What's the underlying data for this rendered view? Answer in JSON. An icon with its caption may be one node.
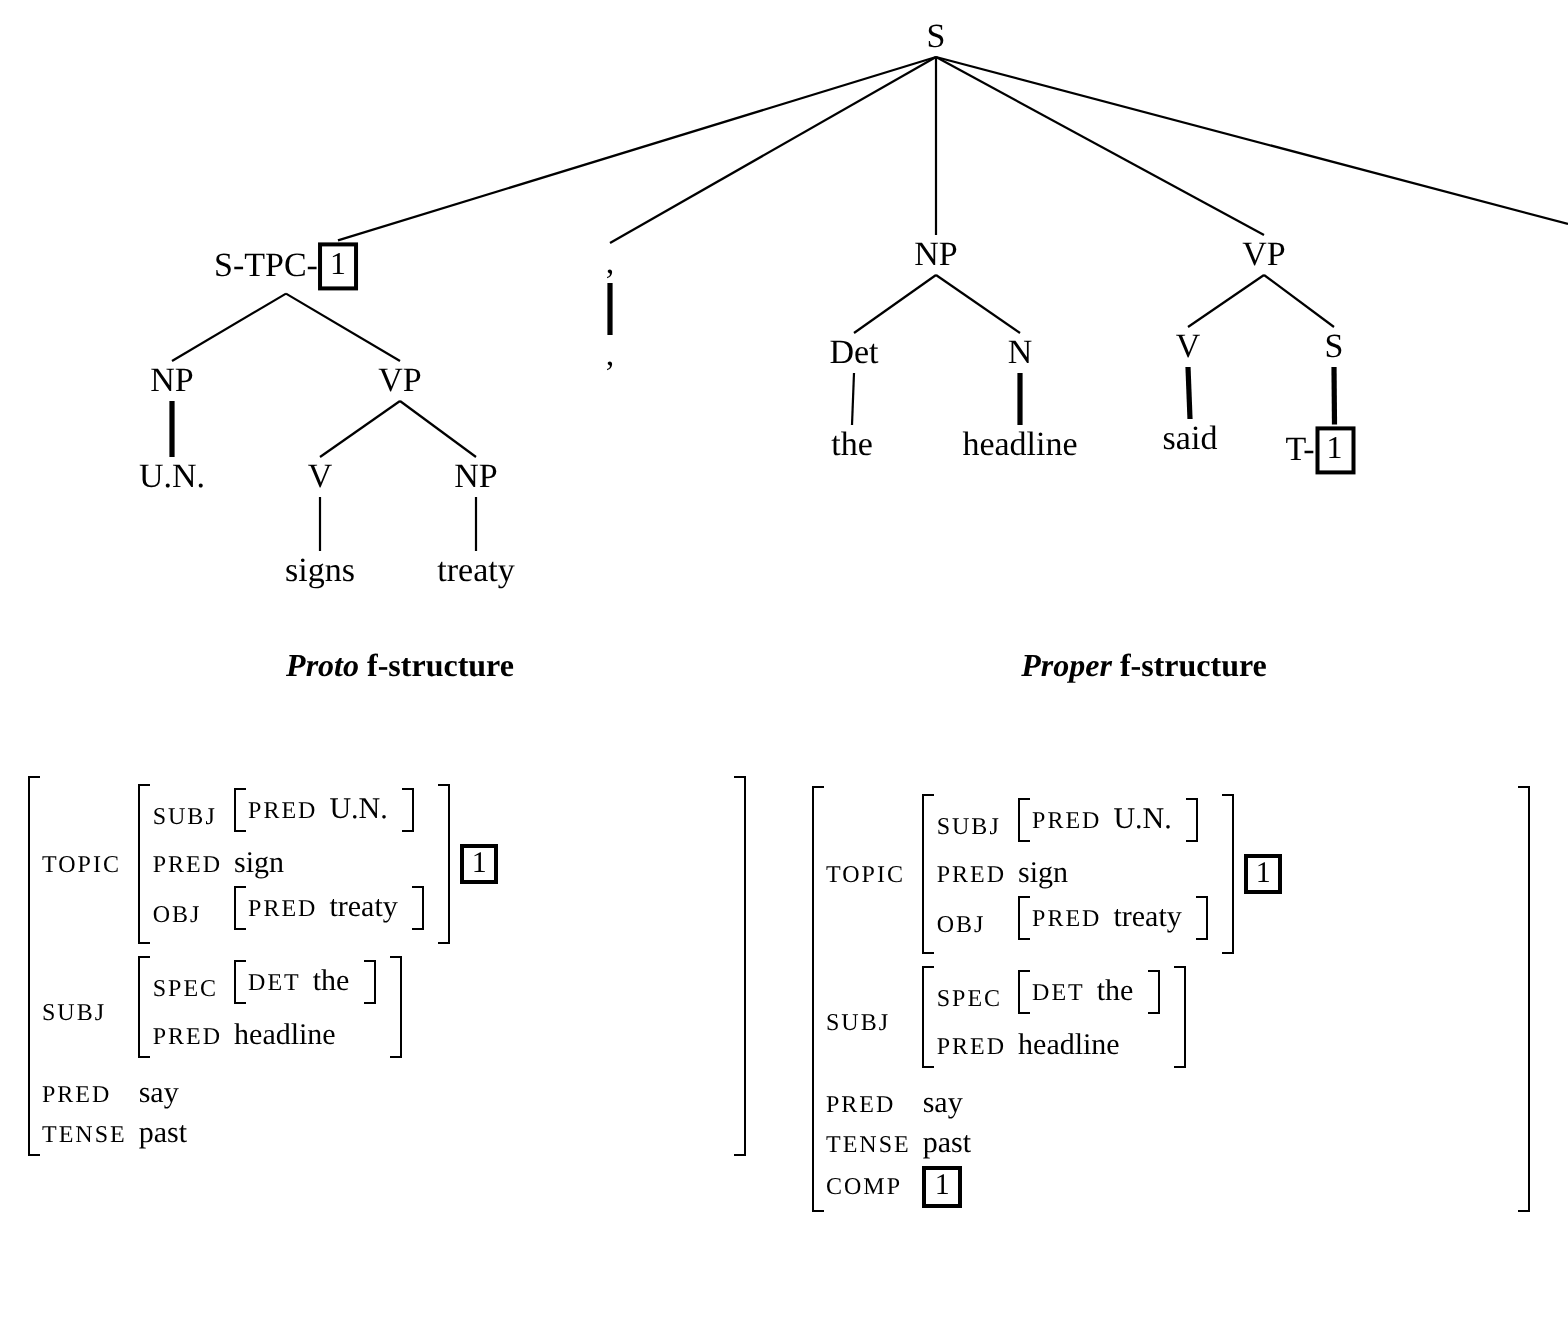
{
  "diagram": {
    "nodes": [
      {
        "text": [
          "S"
        ]
      },
      {
        "text": [
          "S-TPC-",
          "1"
        ]
      },
      {
        "text": [
          ","
        ]
      },
      {
        "text": [
          "NP"
        ]
      },
      {
        "text": [
          "VP"
        ]
      },
      {
        "text": [
          "NP"
        ]
      },
      {
        "text": [
          "VP"
        ]
      },
      {
        "text": [
          ","
        ]
      },
      {
        "text": [
          "Det"
        ]
      },
      {
        "text": [
          "N"
        ]
      },
      {
        "text": [
          "V"
        ]
      },
      {
        "text": [
          "S"
        ]
      },
      {
        "text": [
          "U.N."
        ]
      },
      {
        "text": [
          "V"
        ]
      },
      {
        "text": [
          "NP"
        ]
      },
      {
        "text": [
          "the"
        ]
      },
      {
        "text": [
          "headline"
        ]
      },
      {
        "text": [
          "said"
        ]
      },
      {
        "text": [
          "T-",
          "1"
        ]
      },
      {
        "text": [
          "signs"
        ]
      },
      {
        "text": [
          "treaty"
        ]
      }
    ],
    "edges": [
      {
        "from": 0,
        "to": 1,
        "arrow": "none"
      },
      {
        "from": 0,
        "to": 2,
        "arrow": "none"
      },
      {
        "from": 0,
        "to": 3,
        "arrow": "none"
      },
      {
        "from": 0,
        "to": 4,
        "arrow": "none"
      },
      {
        "from": 0,
        "to": null,
        "arrow": "none"
      },
      {
        "from": 1,
        "to": 5,
        "arrow": "none"
      },
      {
        "from": 1,
        "to": 6,
        "arrow": "none"
      },
      {
        "from": 2,
        "to": 7,
        "arrow": "none",
        "style": "thick"
      },
      {
        "from": 3,
        "to": 8,
        "arrow": "none"
      },
      {
        "from": 3,
        "to": 9,
        "arrow": "none"
      },
      {
        "from": 4,
        "to": 10,
        "arrow": "none"
      },
      {
        "from": 4,
        "to": 11,
        "arrow": "none"
      },
      {
        "from": 5,
        "to": 12,
        "arrow": "none",
        "style": "thick"
      },
      {
        "from": 6,
        "to": 13,
        "arrow": "none"
      },
      {
        "from": 6,
        "to": 14,
        "arrow": "none"
      },
      {
        "from": 8,
        "to": 15,
        "arrow": "none"
      },
      {
        "from": 9,
        "to": 16,
        "arrow": "none",
        "style": "thick"
      },
      {
        "from": 10,
        "to": 17,
        "arrow": "none",
        "style": "thick"
      },
      {
        "from": 11,
        "to": 18,
        "arrow": "none",
        "style": "thick"
      },
      {
        "from": 13,
        "to": 19,
        "arrow": "none"
      },
      {
        "from": 14,
        "to": 20,
        "arrow": "none"
      }
    ],
    "labels": [
      "*Proto* f-structure",
      "*Proper* f-structure",
      "TOPIC",
      "SUBJ",
      "PRED",
      "U.N.",
      "PRED",
      "sign",
      "OBJ",
      "PRED",
      "treaty",
      "1",
      "SUBJ",
      "SPEC",
      "DET",
      "the",
      "PRED",
      "headline",
      "PRED",
      "say",
      "TENSE",
      "past",
      "TOPIC",
      "SUBJ",
      "PRED",
      "U.N.",
      "PRED",
      "sign",
      "OBJ",
      "PRED",
      "treaty",
      "1",
      "SUBJ",
      "SPEC",
      "DET",
      "the",
      "PRED",
      "headline",
      "PRED",
      "say",
      "TENSE",
      "past",
      "COMP",
      "1"
    ]
  }
}
